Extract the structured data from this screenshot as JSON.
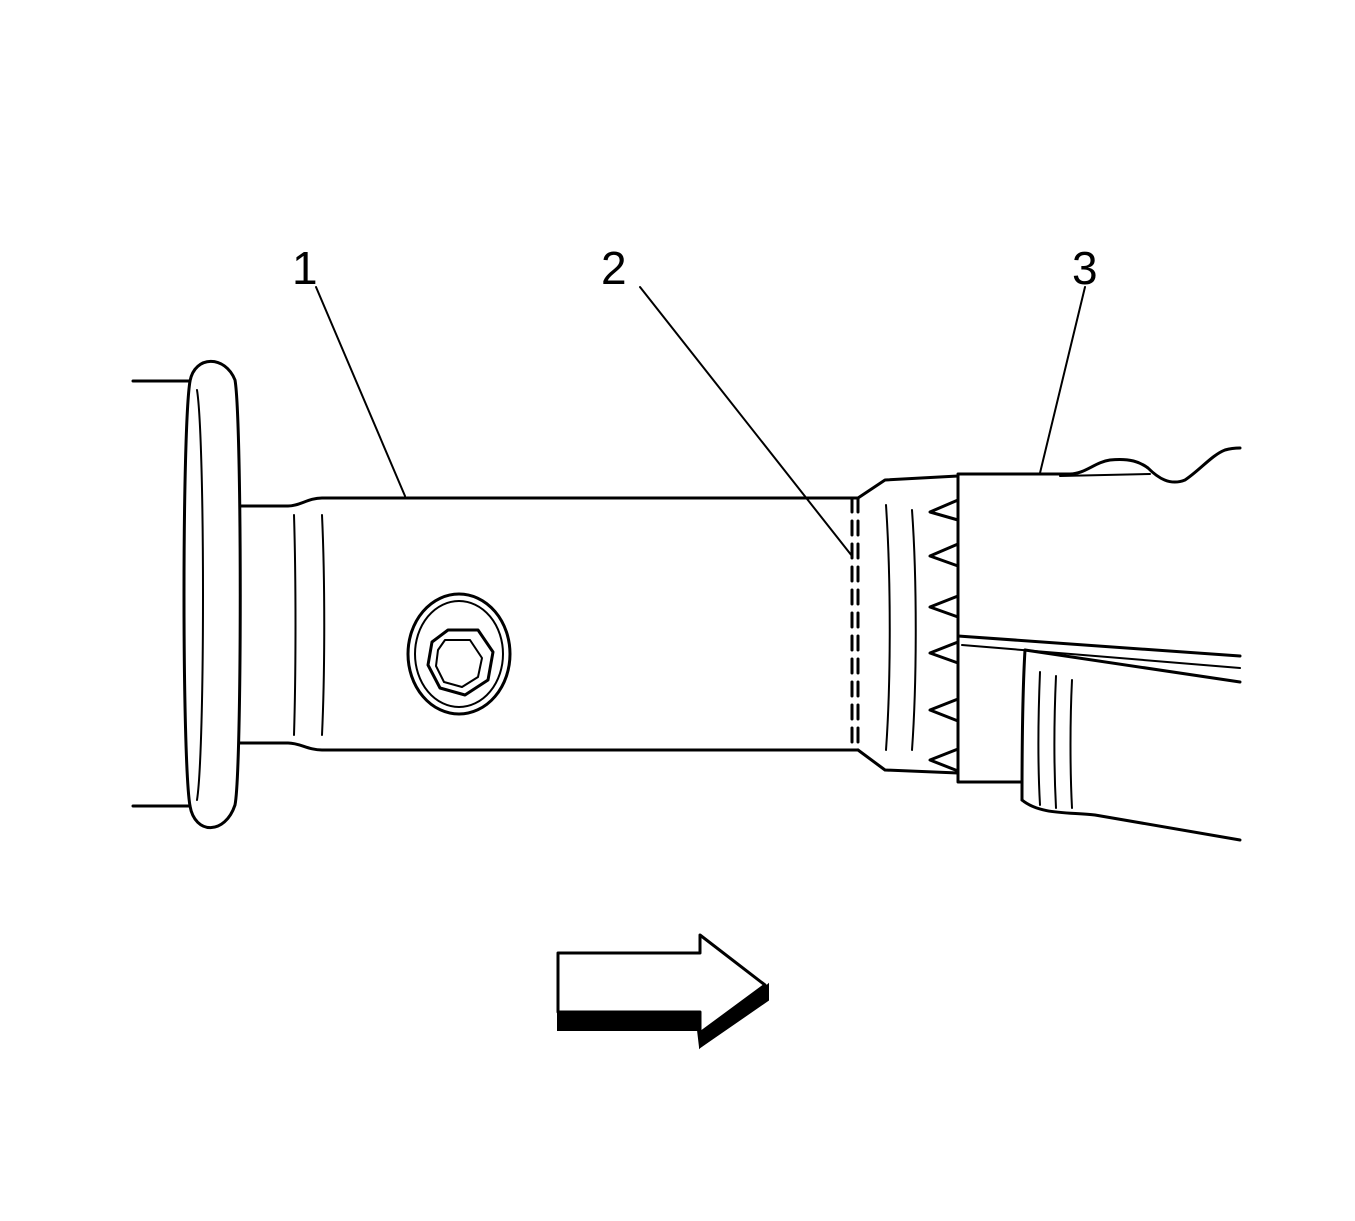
{
  "callouts": [
    {
      "label": "1"
    },
    {
      "label": "2"
    },
    {
      "label": "3"
    }
  ],
  "direction_arrow": {
    "points": "right"
  },
  "colors": {
    "line": "#000000",
    "background": "#ffffff"
  }
}
